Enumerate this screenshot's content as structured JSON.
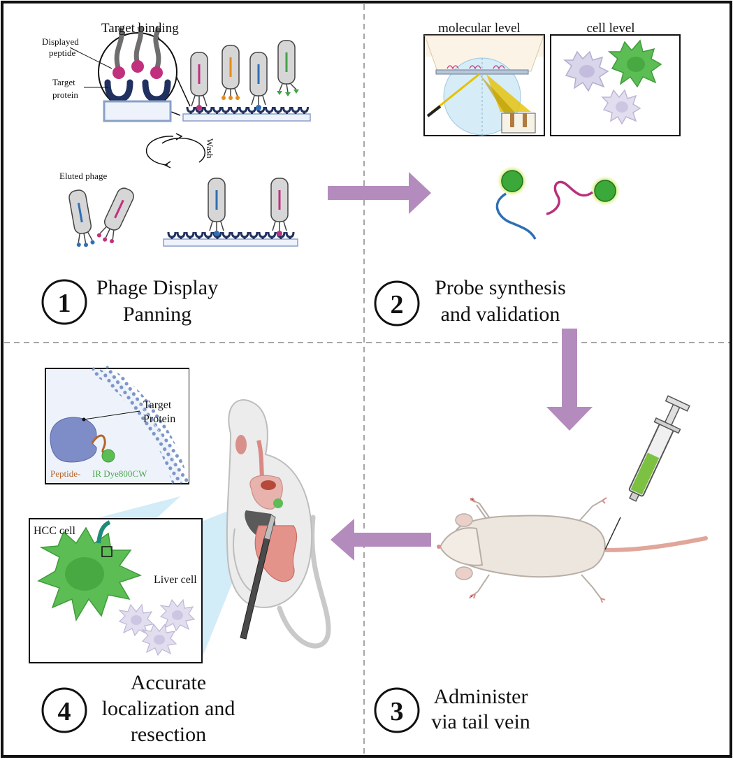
{
  "colors": {
    "arrow": "#b48bbd",
    "cell_green": "#5cbd55",
    "cell_grey": "#d9d5ea",
    "phage": "#d6d6d6",
    "protein": "#20305f",
    "pink": "#c0307d",
    "blue": "#2e6fb5",
    "orange": "#e48b1d",
    "green": "#43a34c",
    "mouse": "#ede6df",
    "mouse_line": "#b7aea6",
    "tail": "#e0a69a",
    "border": "#111111",
    "divider": "#a6a6a6",
    "organ_red": "#d98a85",
    "scalpel": "#4a4a4a"
  },
  "panel1": {
    "number": "1",
    "title_line1": "Phage Display",
    "title_line2": "Panning",
    "label_target_binding": "Target binding",
    "label_displayed_line1": "Displayed",
    "label_displayed_line2": "peptide",
    "label_target_line1": "Target",
    "label_target_line2": "protein",
    "label_wash": "Wash",
    "label_eluted": "Eluted phage"
  },
  "panel2": {
    "number": "2",
    "title_line1": "Probe synthesis",
    "title_line2": "and validation",
    "label_molecular": "molecular level",
    "label_cell": "cell level"
  },
  "panel3": {
    "number": "3",
    "title_line1": "Administer",
    "title_line2": "via tail vein"
  },
  "panel4": {
    "number": "4",
    "title_line1": "Accurate",
    "title_line2": "localization and",
    "title_line3": "resection",
    "label_target_line1": "Target",
    "label_target_line2": "Protein",
    "label_peptide": "Peptide-",
    "label_dye": "IR Dye800CW",
    "label_hcc": "HCC cell",
    "label_liver": "Liver cell"
  }
}
